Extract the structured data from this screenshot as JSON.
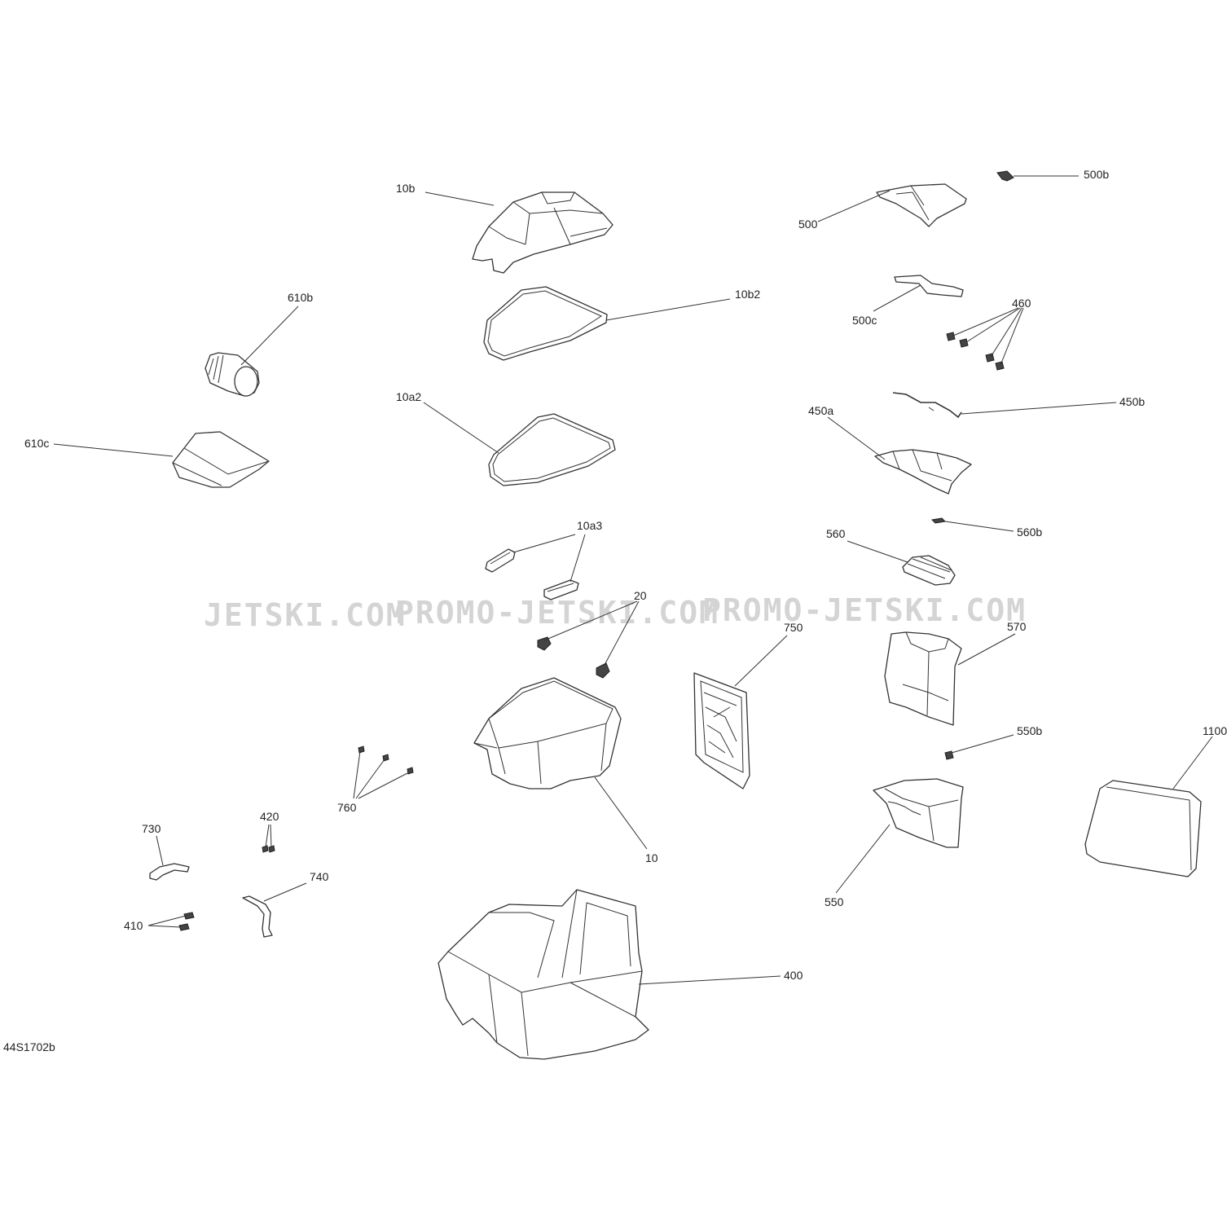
{
  "watermarks": [
    "JETSKI.COM",
    "PROMO-JETSKI.COM",
    "PROMO-JETSKI.COM"
  ],
  "labels": {
    "p10b": "10b",
    "p10b2": "10b2",
    "p10a2": "10a2",
    "p10a3": "10a3",
    "p20": "20",
    "p10": "10",
    "p610b": "610b",
    "p610c": "610c",
    "p500": "500",
    "p500b": "500b",
    "p500c": "500c",
    "p460": "460",
    "p450a": "450a",
    "p450b": "450b",
    "p560": "560",
    "p560b": "560b",
    "p570": "570",
    "p750": "750",
    "p550b": "550b",
    "p550": "550",
    "p1100": "1100",
    "p760": "760",
    "p420": "420",
    "p730": "730",
    "p740": "740",
    "p410": "410",
    "p400": "400"
  },
  "diagram_code": "44S1702b"
}
